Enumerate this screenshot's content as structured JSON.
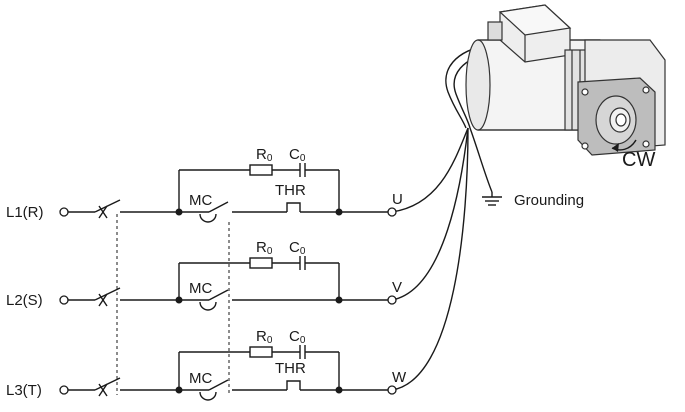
{
  "lines": [
    {
      "label": "L1(R)",
      "terminal": "U"
    },
    {
      "label": "L2(S)",
      "terminal": "V"
    },
    {
      "label": "L3(T)",
      "terminal": "W"
    }
  ],
  "contactor_label": "MC",
  "thermal_label": "THR",
  "resistor": {
    "main": "R",
    "sub": "0"
  },
  "capacitor": {
    "main": "C",
    "sub": "0"
  },
  "grounding_label": "Grounding",
  "rotation_label": "CW"
}
